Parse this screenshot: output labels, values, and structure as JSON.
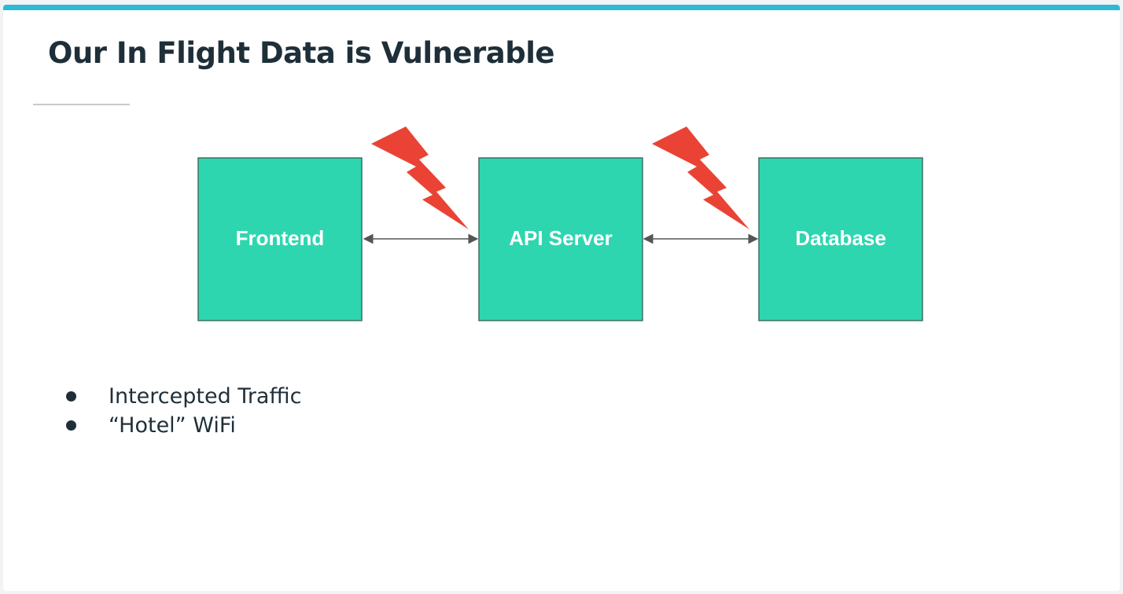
{
  "slide": {
    "title": "Our In Flight Data is Vulnerable"
  },
  "diagram": {
    "nodes": [
      {
        "id": "frontend",
        "label": "Frontend"
      },
      {
        "id": "api",
        "label": "API Server"
      },
      {
        "id": "database",
        "label": "Database"
      }
    ],
    "edges": [
      {
        "from": "frontend",
        "to": "api",
        "style": "bidirectional-arrow",
        "threat": "lightning-bolt-icon"
      },
      {
        "from": "api",
        "to": "database",
        "style": "bidirectional-arrow",
        "threat": "lightning-bolt-icon"
      }
    ],
    "colors": {
      "node_fill": "#2ed6b0",
      "node_border": "#3f6f63",
      "arrow": "#555555",
      "bolt": "#ea4335",
      "accent_bar": "#2fb9d6",
      "title_text": "#1f2f39"
    }
  },
  "bullets": [
    {
      "text": "Intercepted Traffic"
    },
    {
      "text": "“Hotel” WiFi"
    }
  ]
}
